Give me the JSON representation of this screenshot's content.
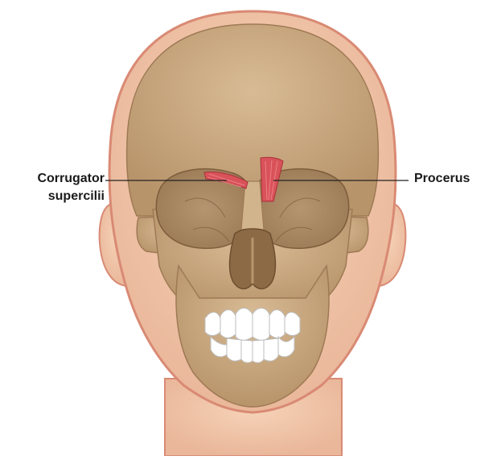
{
  "labels": {
    "corrugator_line1": "Corrugator",
    "corrugator_line2": "supercilii",
    "procerus": "Procerus"
  },
  "colors": {
    "skin": "#f3c9a9",
    "skin_edge": "#d98a74",
    "bone": "#c9a882",
    "bone_dark": "#9e7a55",
    "orbit": "#a88862",
    "muscle": "#d9525a",
    "teeth": "#ffffff",
    "leader": "#222222"
  }
}
